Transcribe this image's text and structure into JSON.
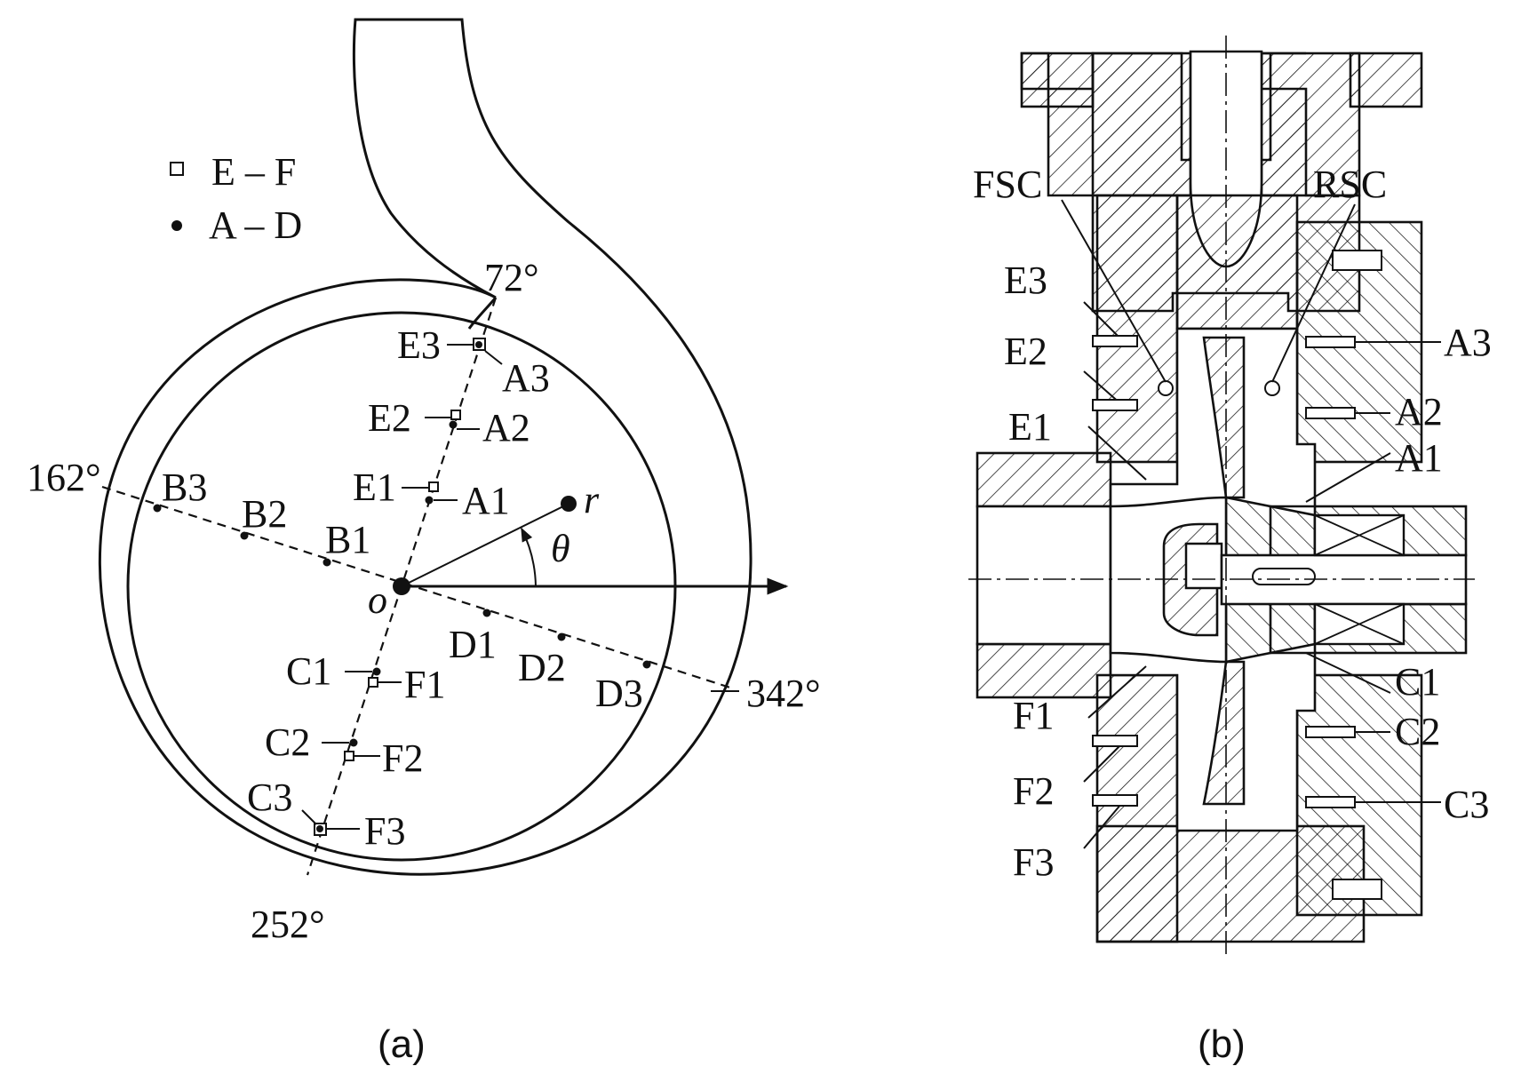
{
  "legend": {
    "square_label": "E – F",
    "dot_label": "A – D"
  },
  "panel_a": {
    "caption": "(a)",
    "angles": {
      "a72": "72°",
      "a162": "162°",
      "a252": "252°",
      "a342": "342°"
    },
    "origin_label": "o",
    "radius_label": "r",
    "theta_label": "θ",
    "points": {
      "A1": "A1",
      "A2": "A2",
      "A3": "A3",
      "B1": "B1",
      "B2": "B2",
      "B3": "B3",
      "C1": "C1",
      "C2": "C2",
      "C3": "C3",
      "D1": "D1",
      "D2": "D2",
      "D3": "D3",
      "E1": "E1",
      "E2": "E2",
      "E3": "E3",
      "F1": "F1",
      "F2": "F2",
      "F3": "F3"
    }
  },
  "panel_b": {
    "caption": "(b)",
    "chambers": {
      "front": "FSC",
      "rear": "RSC"
    },
    "points": {
      "E3": "E3",
      "E2": "E2",
      "E1": "E1",
      "A3": "A3",
      "A2": "A2",
      "A1": "A1",
      "F1": "F1",
      "F2": "F2",
      "F3": "F3",
      "C1": "C1",
      "C2": "C2",
      "C3": "C3"
    }
  },
  "colors": {
    "ink": "#111111",
    "background": "#ffffff"
  }
}
